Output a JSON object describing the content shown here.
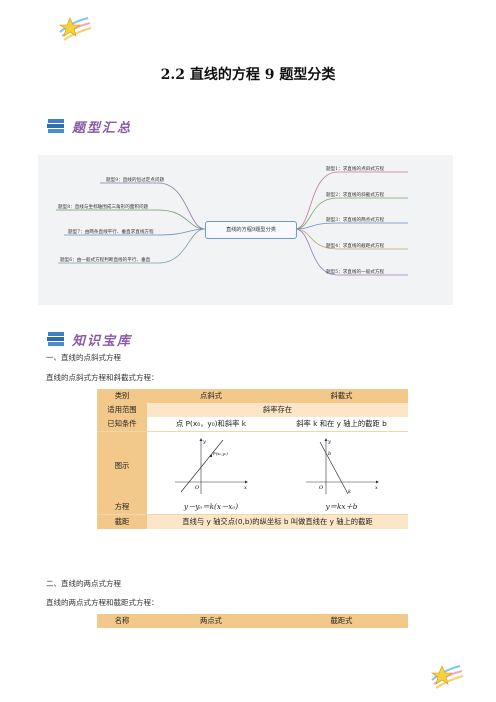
{
  "doc": {
    "title": "2.2 直线的方程 9 题型分类"
  },
  "sections": {
    "summary_label": "题型汇总",
    "knowledge_label": "知识宝库"
  },
  "mindmap": {
    "center": "直线的方程9题型分类",
    "left_nodes": [
      "题型9：直线的恒过定点问题",
      "题型8：直线与坐标轴围成三角形的面积问题",
      "题型7：由两条直线平行、垂直求直线方程",
      "题型6：由一般式方程判断直线的平行、垂直"
    ],
    "right_nodes": [
      "题型1：求直线的点斜式方程",
      "题型2：求直线的斜截式方程",
      "题型3：求直线的两点式方程",
      "题型4：求直线的截距式方程",
      "题型5：求直线的一般式方程"
    ]
  },
  "part1": {
    "heading": "一、直线的点斜式方程",
    "intro": "直线的点斜式方程和斜截式方程："
  },
  "table1": {
    "headers": [
      "类别",
      "点斜式",
      "斜截式"
    ],
    "rows": {
      "scope_label": "适用范围",
      "scope_value": "斜率存在",
      "cond_label": "已知条件",
      "cond_point_slope": "点 P(x₀，y₀)和斜率 k",
      "cond_slope_intercept": "斜率 k 和在 y 轴上的截距 b",
      "fig_label": "图示",
      "eq_label": "方程",
      "eq_point_slope": "y－y₀＝k(x－x₀)",
      "eq_slope_intercept": "y＝kx＋b",
      "intercept_label": "截距",
      "intercept_text": "直线与 y 轴交点(0,b)的纵坐标 b 叫做直线在 y 轴上的截距"
    },
    "fig1": {
      "y": "y",
      "x": "x",
      "o": "O",
      "point": "P(x₀,y₀)"
    },
    "fig2": {
      "y": "y",
      "x": "x",
      "o": "O",
      "b": "b",
      "k": "k"
    }
  },
  "part2": {
    "heading": "二、直线的两点式方程",
    "intro": "直线的两点式方程和截距式方程："
  },
  "table2": {
    "headers": [
      "名称",
      "两点式",
      "截距式"
    ]
  },
  "colors": {
    "header_bg": "#f3c98b",
    "row_bg": "#fbe7c7",
    "accent": "#8a5aa8"
  }
}
